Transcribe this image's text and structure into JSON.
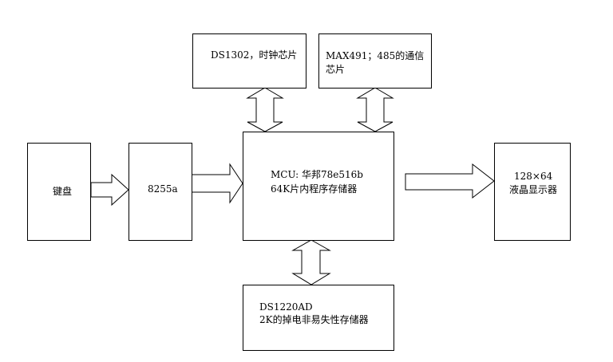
{
  "blocks": {
    "keyboard": {
      "label": "键盘"
    },
    "chip_8255": {
      "label": "8255a"
    },
    "mcu": {
      "line1": "MCU:  华邦78e516b",
      "line2": "64K片内程序存储器"
    },
    "lcd": {
      "line1": "128×64",
      "line2": "液晶显示器"
    },
    "rtc": {
      "label": "DS1302，时钟芯片"
    },
    "comm": {
      "line1": "MAX491；485的通信",
      "line2": "芯片"
    },
    "memory": {
      "line1": "DS1220AD",
      "line2": "2K的掉电非易失性存储器"
    }
  },
  "colors": {
    "stroke": "#000000",
    "fill": "#ffffff"
  }
}
